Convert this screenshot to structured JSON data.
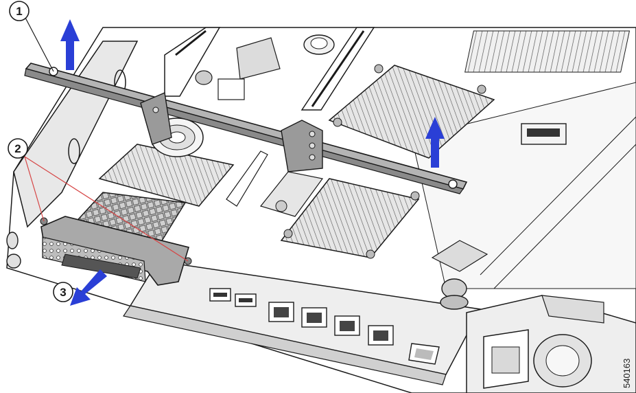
{
  "figure": {
    "id": "540163"
  },
  "callouts": [
    {
      "label": "1"
    },
    {
      "label": "2"
    },
    {
      "label": "3"
    }
  ],
  "colors": {
    "line": "#1a1a1a",
    "arrow": "#2a3fd6",
    "leader": "#d64545",
    "bracket": "#a9a9a9",
    "bracket_dark": "#8a8a8a",
    "board": "#d8d8d8",
    "heatsink": "#ececec"
  }
}
